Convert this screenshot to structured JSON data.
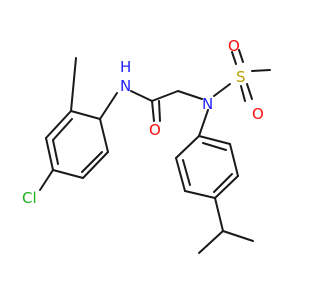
{
  "colors": {
    "background": "#ffffff",
    "bond": "#1a1a1a",
    "carbon": "#1a1a1a",
    "nitrogen": "#2020ff",
    "oxygen": "#ff0d0d",
    "sulfur": "#b8a000",
    "chlorine": "#1fb01f"
  },
  "atoms": {
    "cl": "Cl",
    "nh": "N",
    "nh_h": "H",
    "o_amide": "O",
    "n_sulfonamide": "N",
    "s": "S",
    "o_s1": "O",
    "o_s2": "O"
  }
}
